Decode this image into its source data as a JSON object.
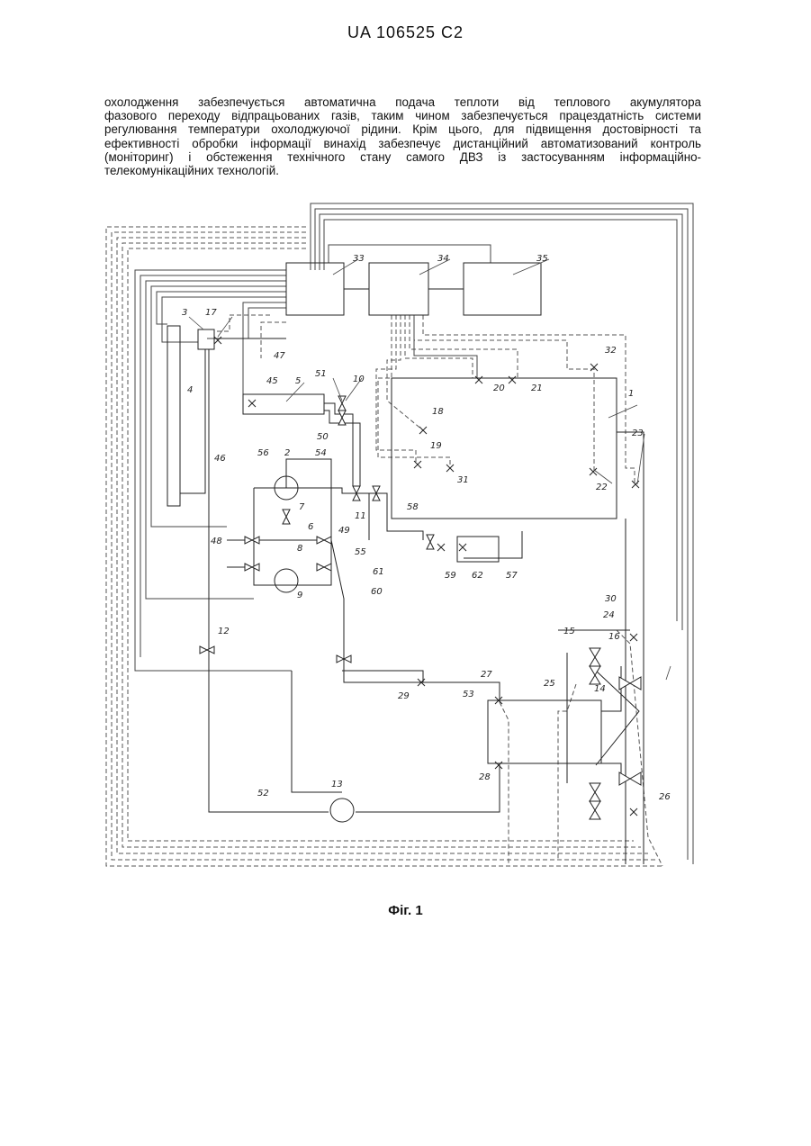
{
  "header": "UA   106525   C2",
  "paragraph_lines": [
    "охолодження забезпечується автоматична подача теплоти від теплового акумулятора",
    "фазового переходу відпрацьованих газів, таким чином забезпечується працездатність системи",
    "регулювання температури охолоджуючої рідини. Крім цього, для підвищення достовірності та",
    "ефективності обробки інформації винахід забезпечує дистанційний автоматизований контроль",
    "(моніторинг) і обстеження технічного стану самого ДВЗ із застосуванням інформаційно-",
    "телекомунікаційних технологій."
  ],
  "figure": {
    "caption": "Фіг. 1",
    "labels": {
      "l1": "1",
      "l2": "2",
      "l3": "3",
      "l4": "4",
      "l5": "5",
      "l6": "6",
      "l7": "7",
      "l8": "8",
      "l9": "9",
      "l10": "10",
      "l11": "11",
      "l12": "12",
      "l13": "13",
      "l14": "14",
      "l15": "15",
      "l16": "16",
      "l17": "17",
      "l18": "18",
      "l19": "19",
      "l20": "20",
      "l21": "21",
      "l22": "22",
      "l23": "23",
      "l24": "24",
      "l25": "25",
      "l26": "26",
      "l27": "27",
      "l28": "28",
      "l29": "29",
      "l30": "30",
      "l31": "31",
      "l32": "32",
      "l33": "33",
      "l34": "34",
      "l35": "35",
      "l45": "45",
      "l46": "46",
      "l47": "47",
      "l48": "48",
      "l49": "49",
      "l50": "50",
      "l51": "51",
      "l52": "52",
      "l53": "53",
      "l54": "54",
      "l55": "55",
      "l56": "56",
      "l57": "57",
      "l58": "58",
      "l59": "59",
      "l60": "60",
      "l61": "61",
      "l62": "62"
    }
  }
}
